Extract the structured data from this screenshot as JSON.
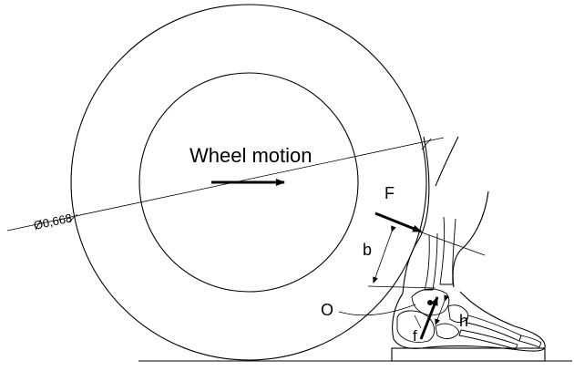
{
  "labels": {
    "wheel_motion": "Wheel motion",
    "diameter": "Ø0,668",
    "force": "F",
    "distance_b": "b",
    "pivot": "O",
    "distance_f": "f",
    "distance_h": "h"
  },
  "icons": {
    "motion_arrow": "right-arrow-icon",
    "force_arrow": "force-arrow-icon",
    "reaction_arrow": "reaction-arrow-icon"
  },
  "colors": {
    "stroke": "#000000",
    "background": "#ffffff"
  }
}
